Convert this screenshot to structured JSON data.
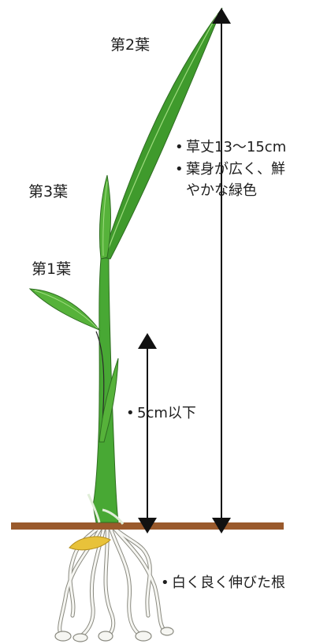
{
  "leaf_labels": {
    "leaf2": "第2葉",
    "leaf3": "第3葉",
    "leaf1": "第1葉"
  },
  "notes": {
    "plant_height": "草丈13〜15cm",
    "leaf_trait_1": "葉身が広く、鮮",
    "leaf_trait_2": "やかな緑色",
    "lower_height": "5cm以下",
    "roots": "白く良く伸びた根"
  },
  "bullet": "•",
  "colors": {
    "leaf": "#3f9a2c",
    "leaf_light": "#6cc04a",
    "stem": "#48a834",
    "soil": "#9a5a2c",
    "root": "#f4f4f0",
    "root_outline": "#8a8a80",
    "seed": "#e8c23a",
    "arrow": "#111111"
  }
}
